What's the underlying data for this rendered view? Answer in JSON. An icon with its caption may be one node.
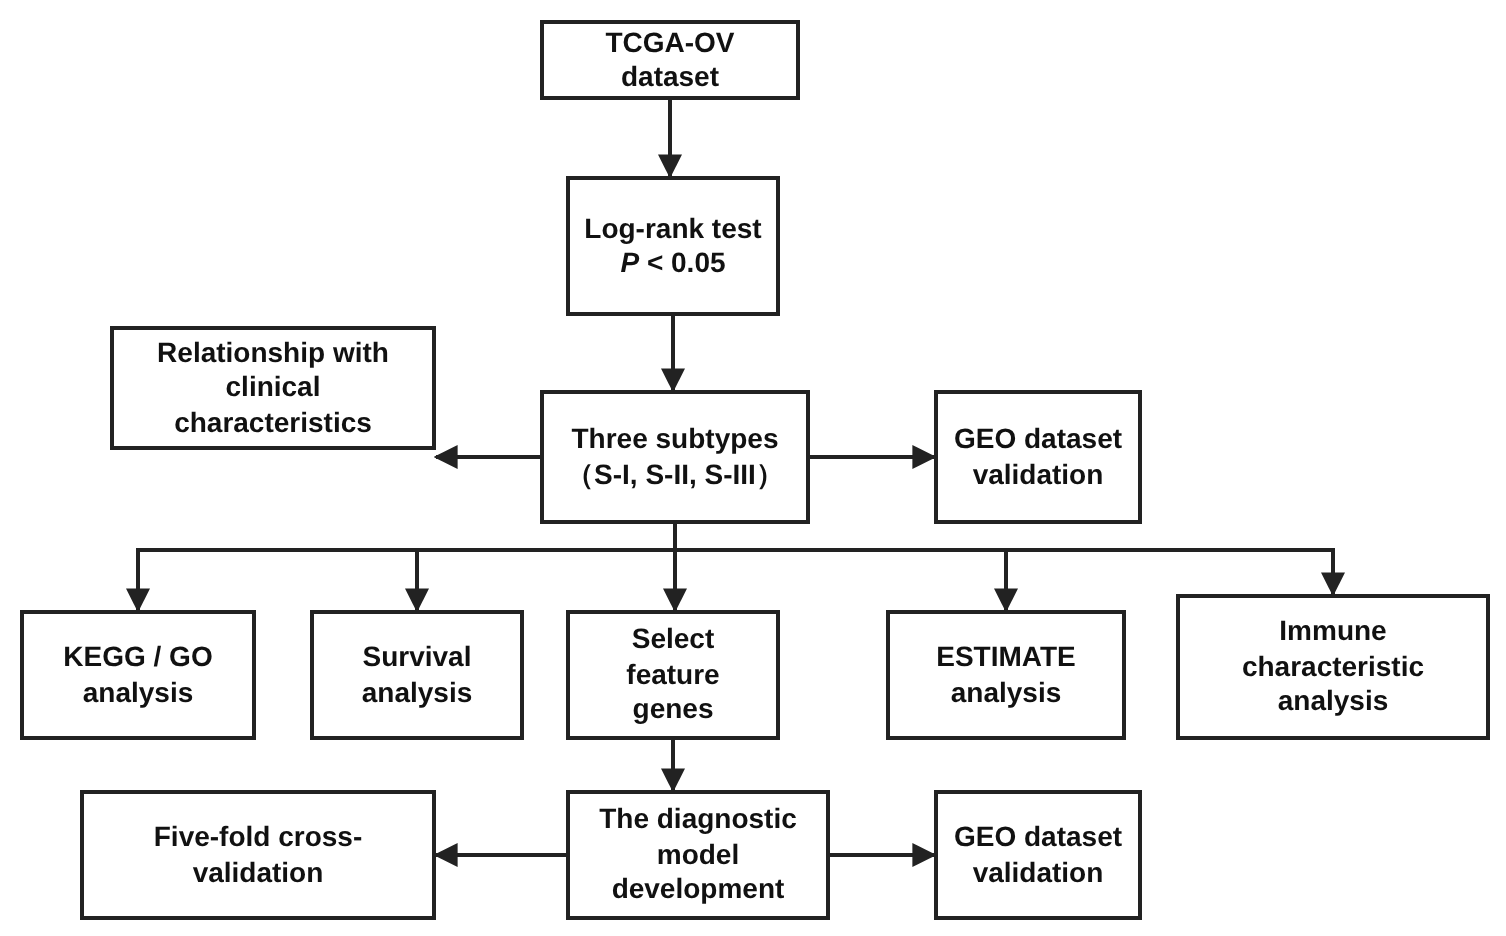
{
  "diagram": {
    "nodes": [
      {
        "text": [
          "TCGA-OV dataset"
        ]
      },
      {
        "text": [
          "Log-rank test",
          "*P* < 0.05"
        ]
      },
      {
        "text": [
          "Three subtypes",
          "（S-I, S-II, S-III）"
        ]
      },
      {
        "text": [
          "Relationship with clinical characteristics"
        ]
      },
      {
        "text": [
          "GEO dataset validation"
        ]
      },
      {
        "text": [
          "KEGG / GO analysis"
        ]
      },
      {
        "text": [
          "Survival analysis"
        ]
      },
      {
        "text": [
          "Select feature genes"
        ]
      },
      {
        "text": [
          "ESTIMATE analysis"
        ]
      },
      {
        "text": [
          "Immune characteristic analysis"
        ]
      },
      {
        "text": [
          "The  diagnostic model development"
        ]
      },
      {
        "text": [
          "Five-fold cross-validation"
        ]
      },
      {
        "text": [
          "GEO dataset validation"
        ]
      }
    ],
    "edges": [
      {
        "from": 0,
        "to": 1,
        "arrow": "to"
      },
      {
        "from": 1,
        "to": 2,
        "arrow": "to"
      },
      {
        "from": 2,
        "to": 3,
        "arrow": "to"
      },
      {
        "from": 2,
        "to": 4,
        "arrow": "to"
      },
      {
        "from": 2,
        "to": 5,
        "arrow": "to"
      },
      {
        "from": 2,
        "to": 6,
        "arrow": "to"
      },
      {
        "from": 2,
        "to": 7,
        "arrow": "to"
      },
      {
        "from": 2,
        "to": 8,
        "arrow": "to"
      },
      {
        "from": 2,
        "to": 9,
        "arrow": "to"
      },
      {
        "from": 7,
        "to": 10,
        "arrow": "to"
      },
      {
        "from": 10,
        "to": 11,
        "arrow": "to"
      },
      {
        "from": 10,
        "to": 12,
        "arrow": "to"
      }
    ]
  }
}
